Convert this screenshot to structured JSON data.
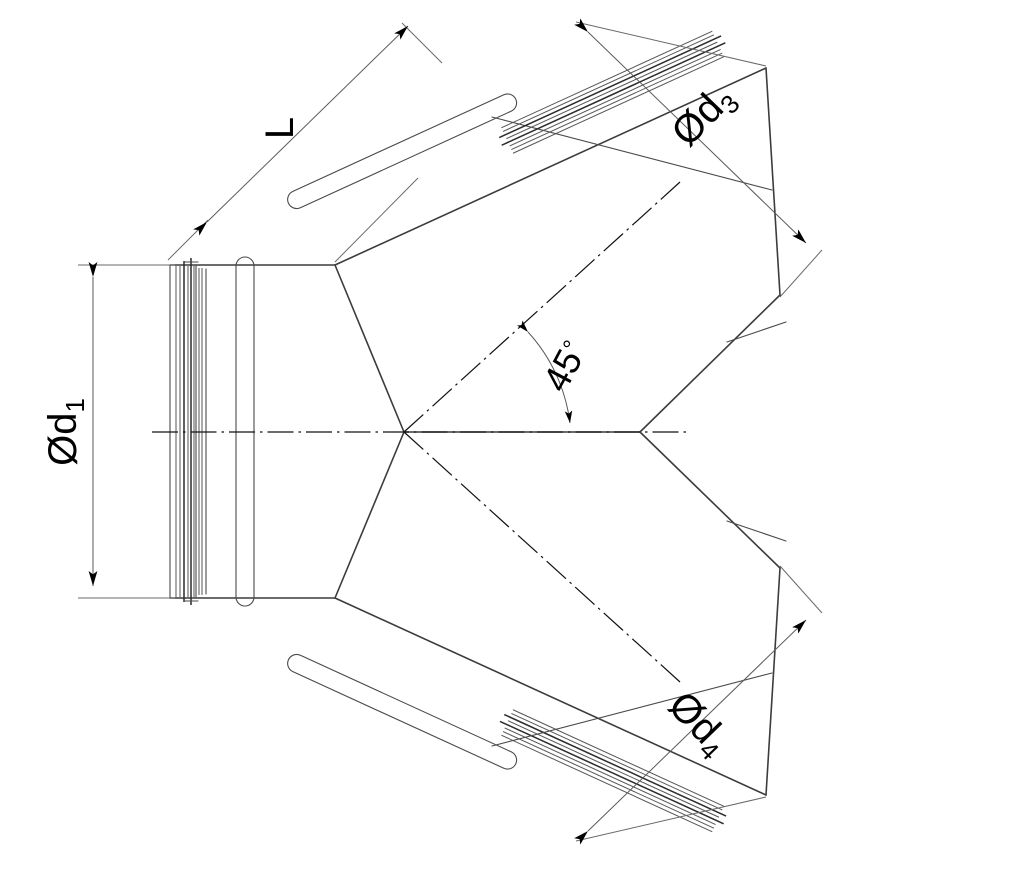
{
  "drawing": {
    "title": "45-degree Y-branch duct fitting technical drawing",
    "type": "engineering-line-drawing",
    "background_color": "#ffffff",
    "line_color": "#3c3c3c",
    "dimension_color": "#5a5a5a",
    "annotation_color": "#000000"
  },
  "dimensions": {
    "length": {
      "label": "L",
      "name": "overall-length",
      "orientation": "45-degree-upper-left",
      "arrows": "both-ends"
    },
    "inlet_diameter": {
      "prefix": "Ø",
      "symbol": "d",
      "subscript": "1",
      "label": "Ød₁",
      "name": "inlet-diameter",
      "orientation": "vertical",
      "arrows": "both-ends"
    },
    "branch_upper_diameter": {
      "prefix": "Ø",
      "symbol": "d",
      "subscript": "3",
      "label": "Ød₃",
      "name": "upper-branch-diameter",
      "orientation": "45-degree-upper-right",
      "arrows": "both-ends"
    },
    "branch_lower_diameter": {
      "prefix": "Ø",
      "symbol": "d",
      "subscript": "4",
      "label": "Ød₄",
      "name": "lower-branch-diameter",
      "orientation": "minus-45-degree-lower-right",
      "arrows": "both-ends"
    },
    "branch_angle": {
      "value": "45",
      "unit": "°",
      "label": "45°",
      "name": "branch-angle",
      "arrows": "both-ends",
      "style": "arc"
    }
  },
  "features": {
    "inlet_spigot": "gasket-seal-band",
    "upper_branch_spigot": "gasket-seal-band",
    "lower_branch_spigot": "gasket-seal-band",
    "centerlines": [
      "horizontal-axis",
      "upper-45-axis",
      "lower-45-axis"
    ]
  }
}
